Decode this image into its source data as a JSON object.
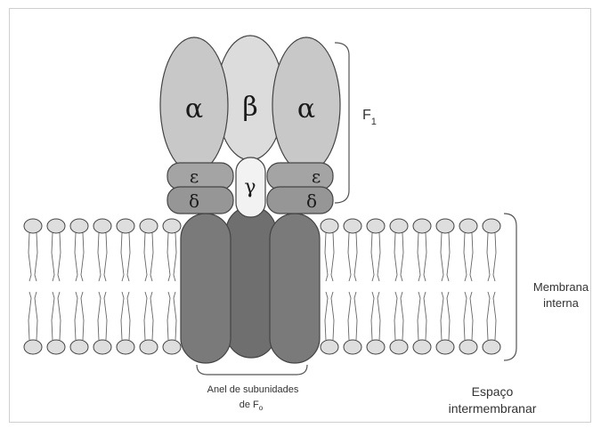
{
  "subunits": {
    "alpha": "α",
    "beta": "β",
    "gamma": "γ",
    "delta": "δ",
    "epsilon": "ε"
  },
  "labels": {
    "f1_main": "F",
    "f1_sub": "1",
    "membrane_line1": "Membrana",
    "membrane_line2": "interna",
    "ring_line1": "Anel de subunidades",
    "ring_line2_main": "de F",
    "ring_line2_sub": "o",
    "space_line1": "Espaço",
    "space_line2": "intermembranar"
  },
  "colors": {
    "alpha_fill": "#c8c8c8",
    "beta_fill": "#dcdcdc",
    "delta_epsilon_fill": "#9a9a9a",
    "gamma_fill": "#f2f2f2",
    "fo_fill": "#7a7a7a",
    "lipid_head": "#dedede",
    "outline": "#444444"
  }
}
